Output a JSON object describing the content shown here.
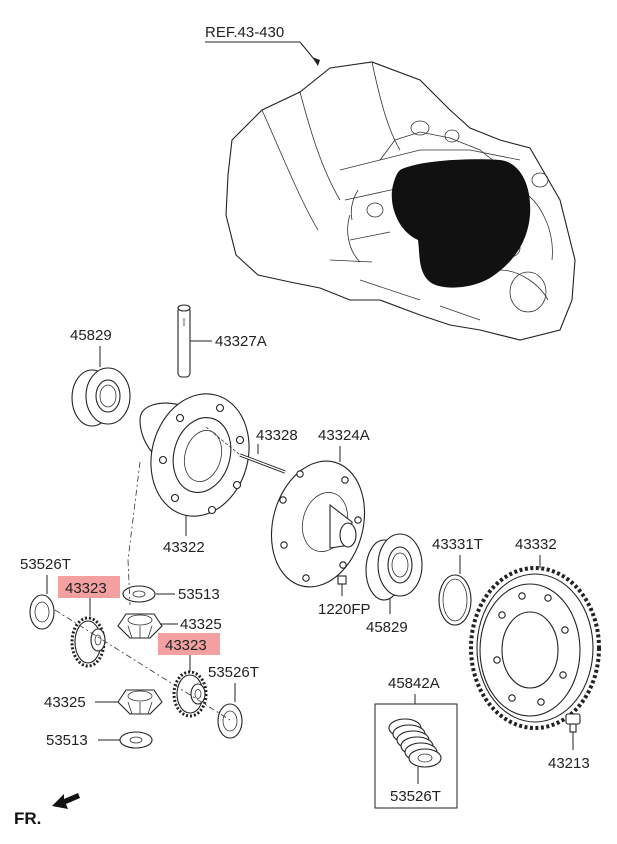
{
  "diagram": {
    "ref_label": "REF.43-430",
    "fr_label": "FR.",
    "highlight_color": "#f4a0a0",
    "parts": {
      "bearing_left": "45829",
      "shaft": "43327A",
      "pin": "43328",
      "case": "43322",
      "case_cover": "43324A",
      "washer_left": "53526T",
      "side_gear_top": "43323",
      "thrust_washer_top": "53513",
      "pinion_top": "43325",
      "side_gear_bottom": "43323",
      "washer_right": "53526T",
      "pinion_bottom": "43325",
      "thrust_washer_bottom": "53513",
      "bolt_small": "1220FP",
      "bearing_right": "45829",
      "snap_ring": "43331T",
      "ring_gear": "43332",
      "bolt_ring": "43213",
      "kit": "45842A",
      "kit_washer": "53526T"
    }
  }
}
